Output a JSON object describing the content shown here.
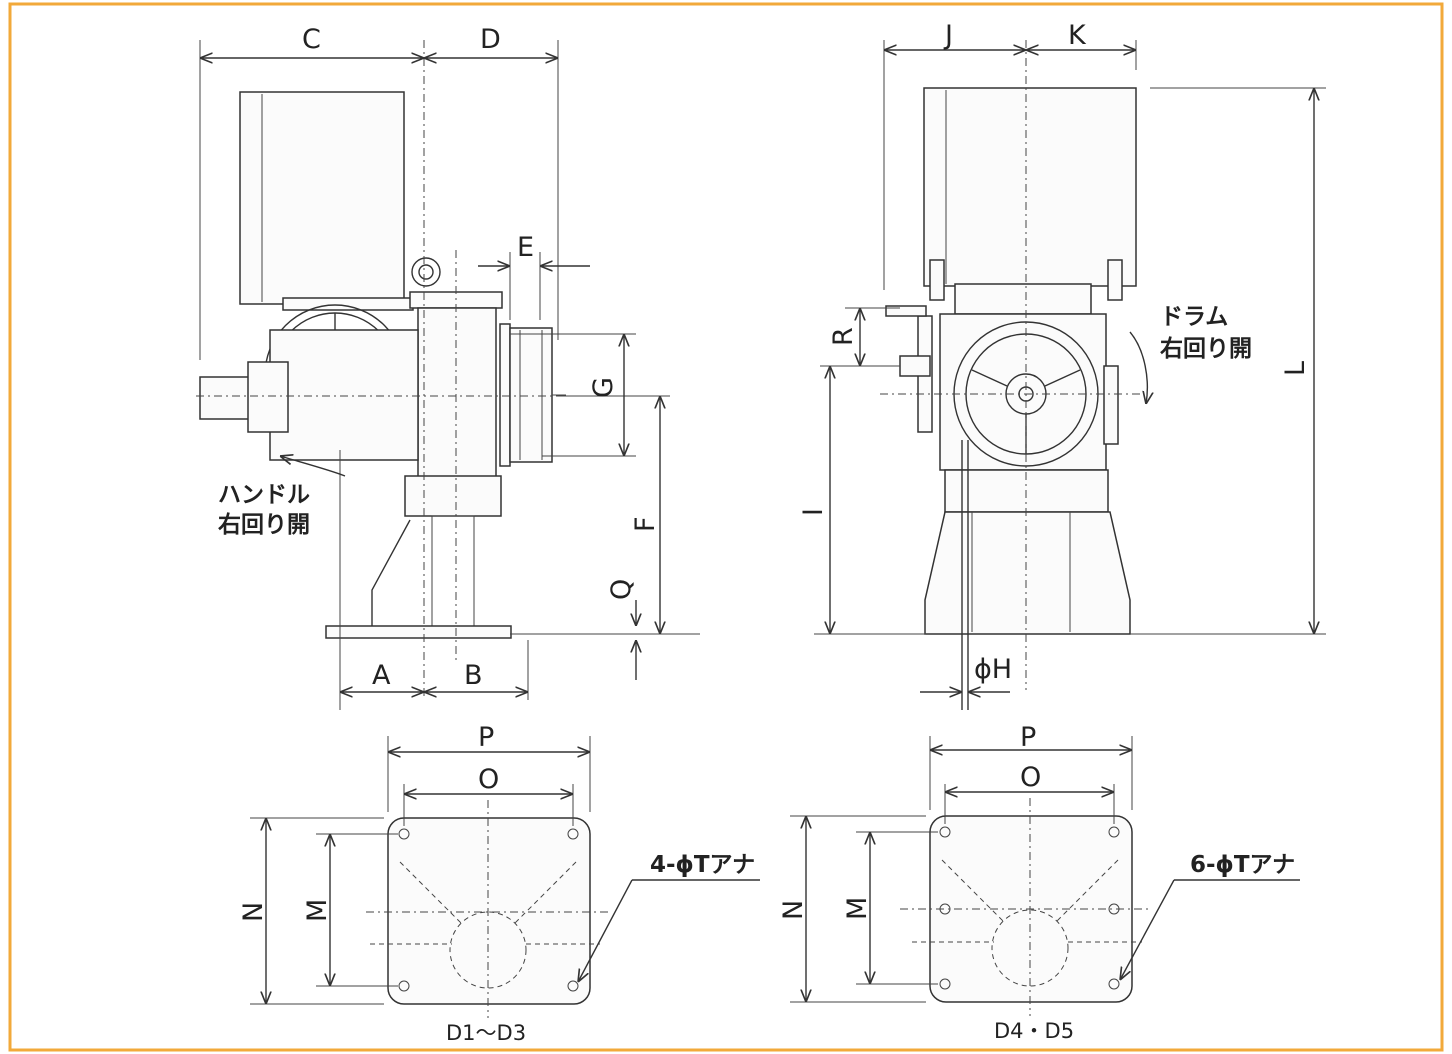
{
  "colors": {
    "frame": "#f2a93a",
    "line": "#333333"
  },
  "side_view": {
    "dims": {
      "A": "A",
      "B": "B",
      "C": "C",
      "D": "D",
      "E": "E",
      "F": "F",
      "G": "G",
      "Q": "Q"
    },
    "note_line1": "ハンドル",
    "note_line2": "右回り開"
  },
  "front_view": {
    "dims": {
      "J": "J",
      "K": "K",
      "L": "L",
      "I": "I",
      "R": "R",
      "H": "ϕH"
    },
    "note_line1": "ドラム",
    "note_line2": "右回り開"
  },
  "base_left": {
    "dims": {
      "P": "P",
      "O": "O",
      "N": "N",
      "M": "M"
    },
    "hole_note": "4-ϕTアナ",
    "caption": "D1～D3"
  },
  "base_right": {
    "dims": {
      "P": "P",
      "O": "O",
      "N": "N",
      "M": "M"
    },
    "hole_note": "6-ϕTアナ",
    "caption": "D4・D5"
  }
}
